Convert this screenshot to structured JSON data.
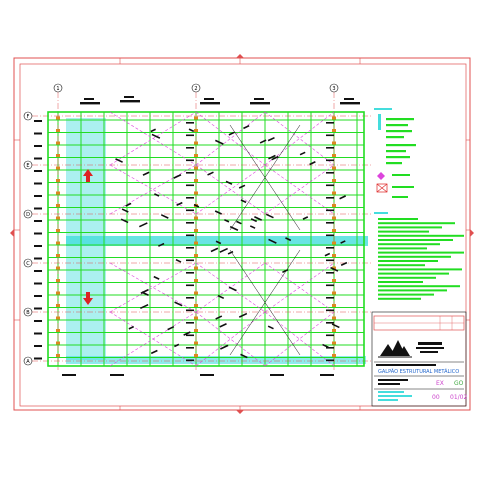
{
  "drawing": {
    "grid_columns": [
      "1",
      "2",
      "3"
    ],
    "grid_rows": [
      "F",
      "E",
      "D",
      "C",
      "B",
      "A"
    ],
    "project_line": "GALPÃO ESTRUTURAL METÁLICO",
    "stamp": "EX",
    "stamp_code": "GO",
    "revision": "00",
    "sheet_number": "01/02",
    "colors": {
      "border": "#e05050",
      "steel_green": "#22dd22",
      "bracing": "#dd44dd",
      "highlight_cyan": "#44dddd",
      "arrow_red": "#dd2222",
      "ink": "#111111"
    }
  }
}
